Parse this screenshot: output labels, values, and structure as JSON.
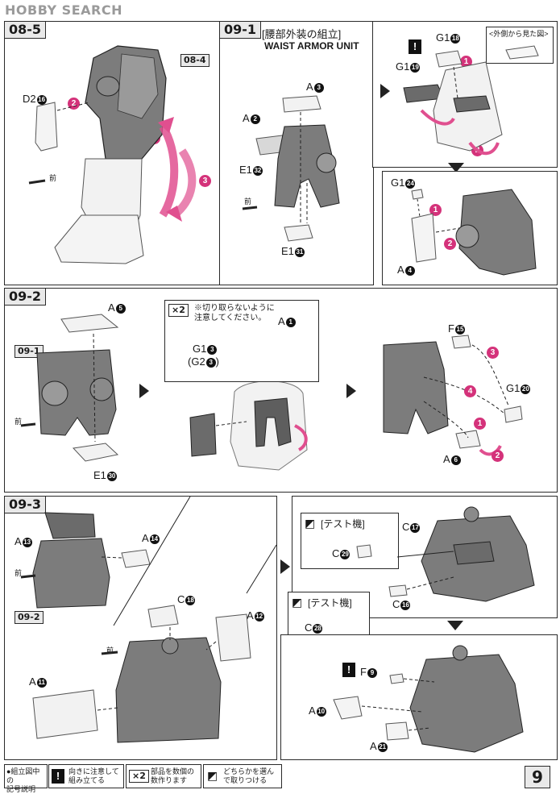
{
  "header": {
    "logo_text": "HOBBY SEARCH"
  },
  "steps": {
    "s08_5": {
      "tag": "08-5",
      "ref_tag": "08-4",
      "part_d2": "D2",
      "part_d2_num": "16",
      "front": "前"
    },
    "s09_1": {
      "tag": "09-1",
      "title_jp": "[腰部外装の組立]",
      "title_en": "WAIST ARMOR UNIT",
      "parts": [
        {
          "p": "A",
          "n": "3"
        },
        {
          "p": "A",
          "n": "2"
        },
        {
          "p": "E1",
          "n": "32"
        },
        {
          "p": "E1",
          "n": "31"
        }
      ],
      "front": "前"
    },
    "s09_1b": {
      "g1a": "G1",
      "g1a_num": "18",
      "g1b": "G1",
      "g1b_num": "19",
      "outside_view": "<外側から見た図>"
    },
    "s09_1c": {
      "g1": "G1",
      "g1_num": "24",
      "a4": "A",
      "a4_num": "4"
    },
    "s09_2": {
      "tag": "09-2",
      "ref_tag": "09-1",
      "a5": "A",
      "a5_num": "5",
      "e1": "E1",
      "e1_num": "30",
      "front": "前"
    },
    "s09_2b": {
      "x2": "×2",
      "note": "※切り取らないように\n注意してください。",
      "a1": "A",
      "a1_num": "1",
      "g1": "G1",
      "g1_num": "3",
      "g2": "(G2",
      "g2_num": "3",
      "g2_close": ")"
    },
    "s09_2c": {
      "f": "F",
      "f_num": "15",
      "g1": "G1",
      "g1_num": "20",
      "a6": "A",
      "a6_num": "6"
    },
    "s09_3": {
      "tag": "09-3",
      "ref_tag": "09-2",
      "a13": "A",
      "a13_num": "13",
      "a14": "A",
      "a14_num": "14",
      "c18": "C",
      "c18_num": "18",
      "a12": "A",
      "a12_num": "12",
      "a11": "A",
      "a11_num": "11",
      "front": "前"
    },
    "s09_3b": {
      "test1": "[テスト機]",
      "c29": "C",
      "c29_num": "29",
      "c17": "C",
      "c17_num": "17",
      "test2": "[テスト機]",
      "c28": "C",
      "c28_num": "28",
      "c16": "C",
      "c16_num": "16"
    },
    "s09_3c": {
      "f9": "F",
      "f9_num": "9",
      "a10": "A",
      "a10_num": "10",
      "a21": "A",
      "a21_num": "21"
    }
  },
  "footer": {
    "legend_title": "●組立図中の\n記号説明",
    "items": [
      {
        "icon": "!",
        "text": "向きに注意して\n組み立てる"
      },
      {
        "icon": "×2",
        "text": "部品を数個の\n数作ります"
      },
      {
        "icon": "◩",
        "text": "どちらかを選ん\nで取りつける"
      }
    ],
    "page_number": "9"
  },
  "colors": {
    "accent": "#d4327a",
    "part_grey": "#7c7c7c",
    "part_light": "#ececec"
  }
}
